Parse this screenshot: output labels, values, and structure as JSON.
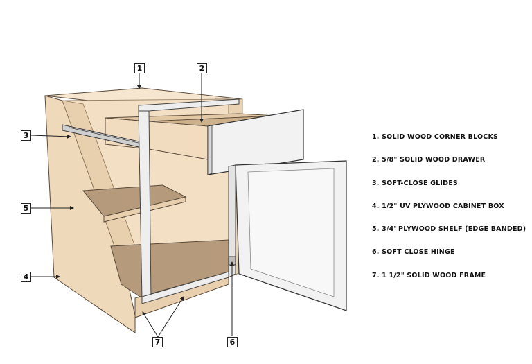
{
  "diagram": {
    "colors": {
      "panel": "#f3dfc4",
      "panel_side": "#efd9bb",
      "panel_shadow": "#d9bf9a",
      "floor": "#b59b7c",
      "frame": "#eeeeee",
      "frame_edge": "#c9c9c9",
      "line": "#222222"
    },
    "callouts": [
      {
        "id": "1",
        "label": "1"
      },
      {
        "id": "2",
        "label": "2"
      },
      {
        "id": "3",
        "label": "3"
      },
      {
        "id": "4",
        "label": "4"
      },
      {
        "id": "5",
        "label": "5"
      },
      {
        "id": "6",
        "label": "6"
      },
      {
        "id": "7",
        "label": "7"
      }
    ],
    "legend": [
      "1. SOLID WOOD CORNER BLOCKS",
      "2. 5/8\" SOLID WOOD DRAWER",
      "3. SOFT-CLOSE GLIDES",
      "4. 1/2\" UV PLYWOOD CABINET BOX",
      "5. 3/4' PLYWOOD SHELF (EDGE BANDED)",
      "6. SOFT CLOSE HINGE",
      "7. 1 1/2\" SOLID WOOD FRAME"
    ]
  }
}
